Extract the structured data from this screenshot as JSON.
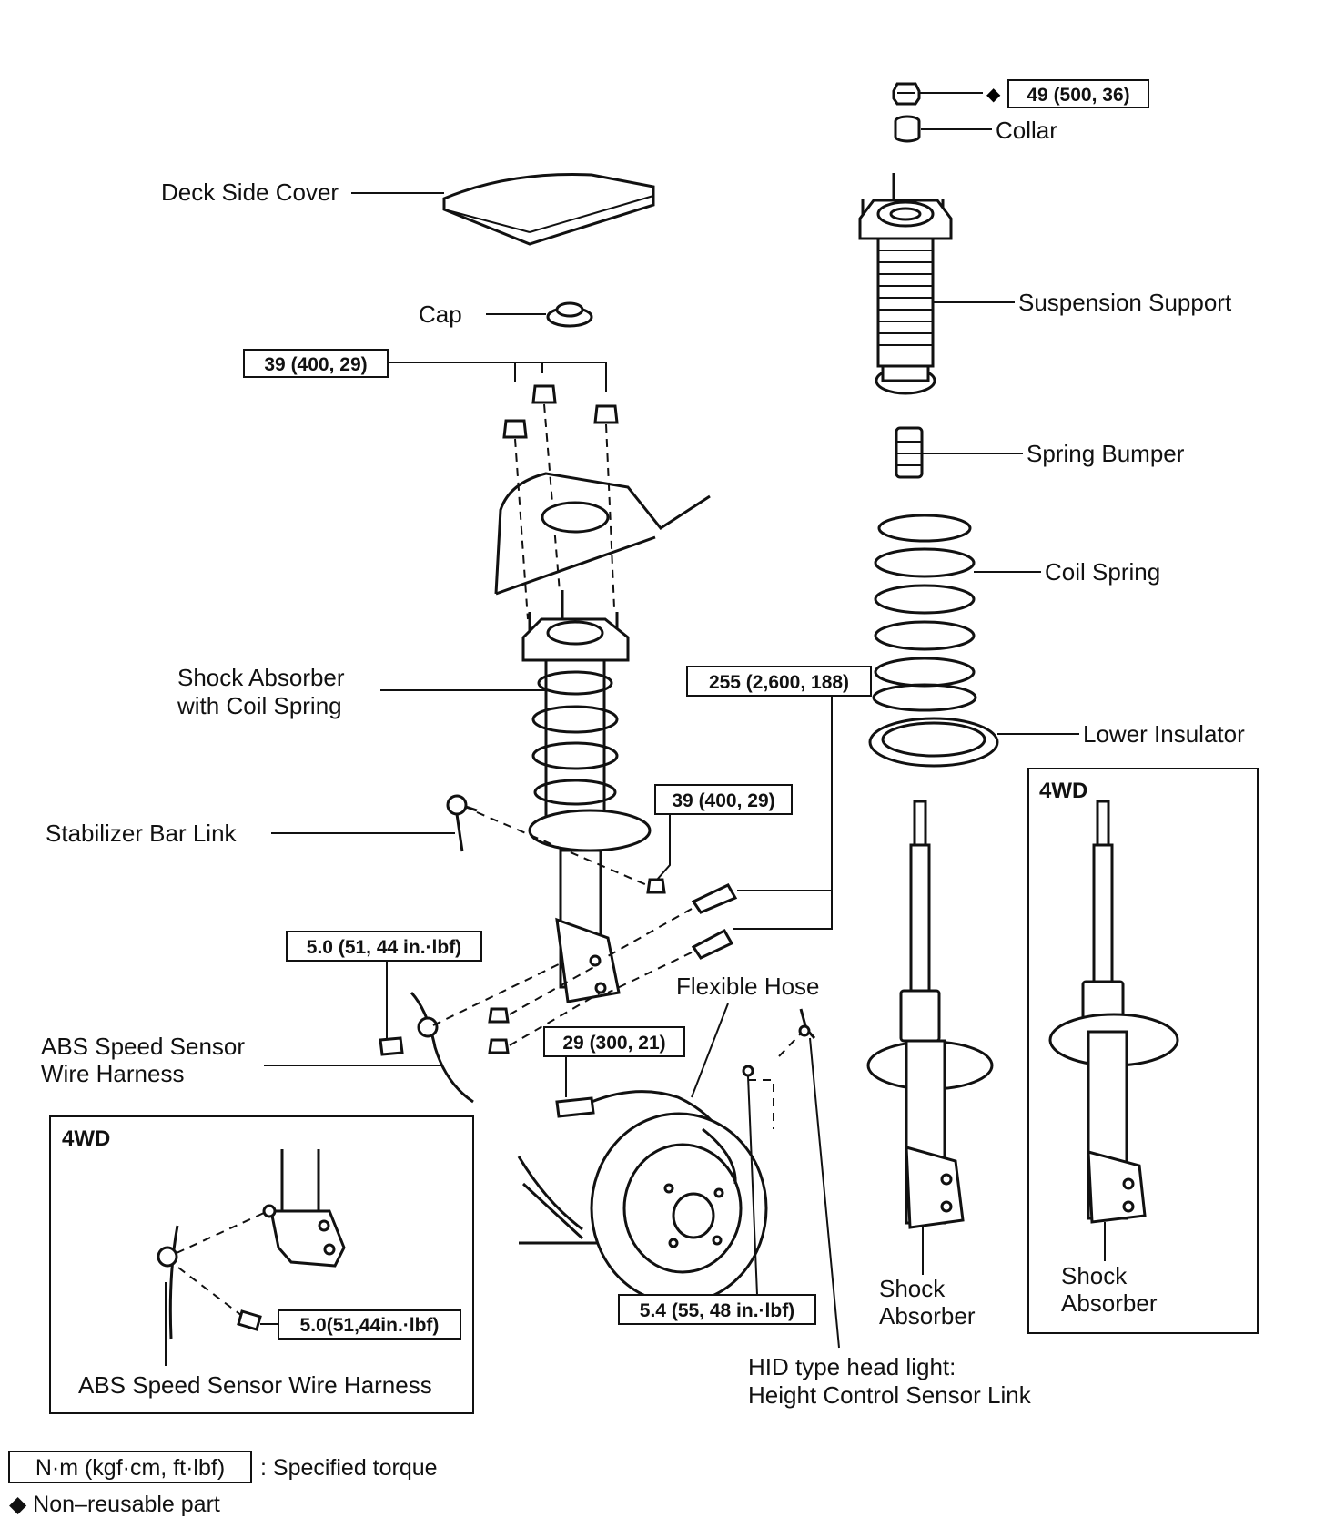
{
  "labels": {
    "deck_side_cover": "Deck Side Cover",
    "cap": "Cap",
    "collar": "Collar",
    "suspension_support": "Suspension Support",
    "spring_bumper": "Spring Bumper",
    "coil_spring": "Coil Spring",
    "lower_insulator": "Lower Insulator",
    "shock_absorber_coil_1": "Shock Absorber",
    "shock_absorber_coil_2": "with Coil Spring",
    "stabilizer_bar_link": "Stabilizer Bar Link",
    "abs_speed_sensor_1": "ABS Speed Sensor",
    "abs_speed_sensor_2": "Wire Harness",
    "flexible_hose": "Flexible Hose",
    "shock_absorber_a_1": "Shock",
    "shock_absorber_a_2": "Absorber",
    "shock_absorber_b_1": "Shock",
    "shock_absorber_b_2": "Absorber",
    "hid_1": "HID type head light:",
    "hid_2": "Height Control Sensor Link",
    "abs_inset": "ABS Speed Sensor Wire Harness"
  },
  "torques": {
    "nut_top": "49 (500, 36)",
    "support_nuts": "39 (400, 29)",
    "stabilizer_nut": "39 (400, 29)",
    "strut_bolts": "255 (2,600, 188)",
    "abs_bolt": "5.0 (51, 44 in.·lbf)",
    "hose_bolt": "29 (300, 21)",
    "hid_nut": "5.4 (55, 48 in.·lbf)",
    "inset_bolt": "5.0(51,44in.·lbf)"
  },
  "insets": {
    "left_header": "4WD",
    "right_header": "4WD"
  },
  "legend": {
    "torque_unit": "N·m (kgf·cm, ft·lbf)",
    "torque_desc": ":  Specified torque",
    "non_reusable": "◆ Non–reusable part"
  }
}
